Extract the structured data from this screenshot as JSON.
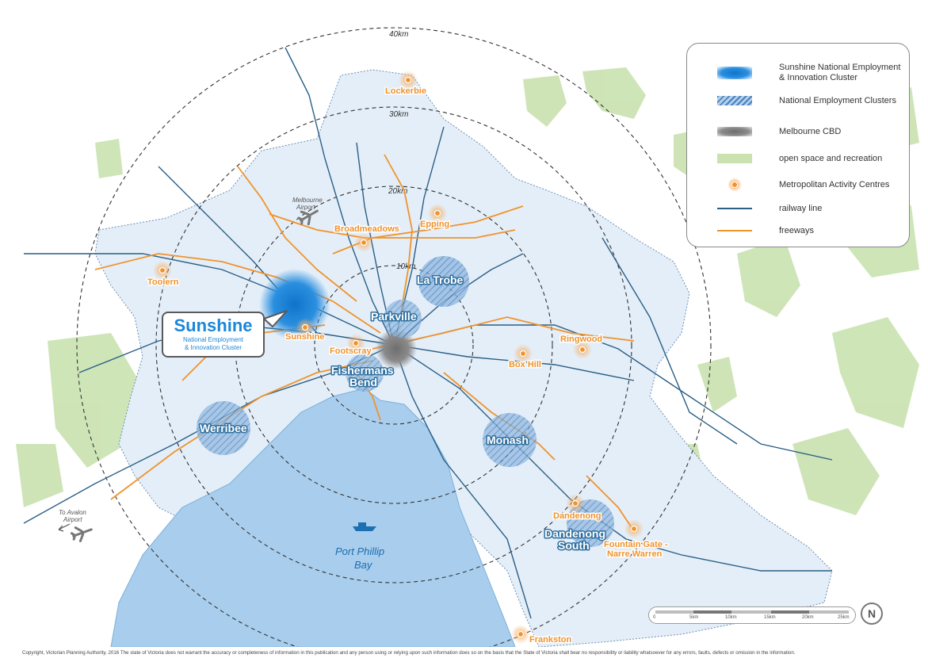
{
  "legend": {
    "items": [
      {
        "label": "Sunshine National Employment & Innovation Cluster",
        "symbol": "sunshine-cluster"
      },
      {
        "label": "National Employment Clusters",
        "symbol": "employment-cluster"
      },
      {
        "label": "Melbourne CBD",
        "symbol": "cbd"
      },
      {
        "label": "open space and recreation",
        "symbol": "open-space"
      },
      {
        "label": "Metropolitan Activity Centres",
        "symbol": "activity-centre"
      },
      {
        "label": "railway line",
        "symbol": "railway"
      },
      {
        "label": "freeways",
        "symbol": "freeway"
      }
    ]
  },
  "rings": {
    "r10": "10km",
    "r20": "20km",
    "r30": "30km",
    "r40": "40km"
  },
  "activity_centres": {
    "lockerbie": "Lockerbie",
    "epping": "Epping",
    "broadmeadows": "Broadmeadows",
    "toolern": "Toolern",
    "sunshine": "Sunshine",
    "footscray": "Footscray",
    "box_hill": "Box Hill",
    "ringwood": "Ringwood",
    "dandenong": "Dandenong",
    "fountain_gate_1": "Fountain Gate -",
    "fountain_gate_2": "Narre Warren",
    "frankston": "Frankston"
  },
  "clusters": {
    "la_trobe": "La Trobe",
    "parkville": "Parkville",
    "fishermans_1": "Fishermans",
    "fishermans_2": "Bend",
    "werribee": "Werribee",
    "monash": "Monash",
    "dandenong_south_1": "Dandenong",
    "dandenong_south_2": "South"
  },
  "callout": {
    "title": "Sunshine",
    "line1": "National Employment",
    "line2": "& Innovation Cluster"
  },
  "places": {
    "airport_1": "Melbourne",
    "airport_2": "Airport",
    "avalon_1": "To Avalon",
    "avalon_2": "Airport",
    "bay_1": "Port Phillip",
    "bay_2": "Bay"
  },
  "scale": {
    "t0": "0",
    "t5": "5km",
    "t10": "10km",
    "t15": "15km",
    "t20": "20km",
    "t25": "25km"
  },
  "north": "N",
  "copyright": "Copyright, Victorian Planning Authority, 2016 The state of Victoria does not warrant the accuracy or completeness of information in this publication and any person using or relying upon such information does so on the basis that the State of Victoria shall bear no responsibility or liability whatsoever for any errors, faults, defects or omission in the information.",
  "colors": {
    "sunshine_blue": "#1c86d8",
    "freeway": "#f0932b",
    "railway": "#2a5f86",
    "urban": "#e4eef8",
    "open_space": "#c9e2b0",
    "bay": "#a9cdec"
  }
}
